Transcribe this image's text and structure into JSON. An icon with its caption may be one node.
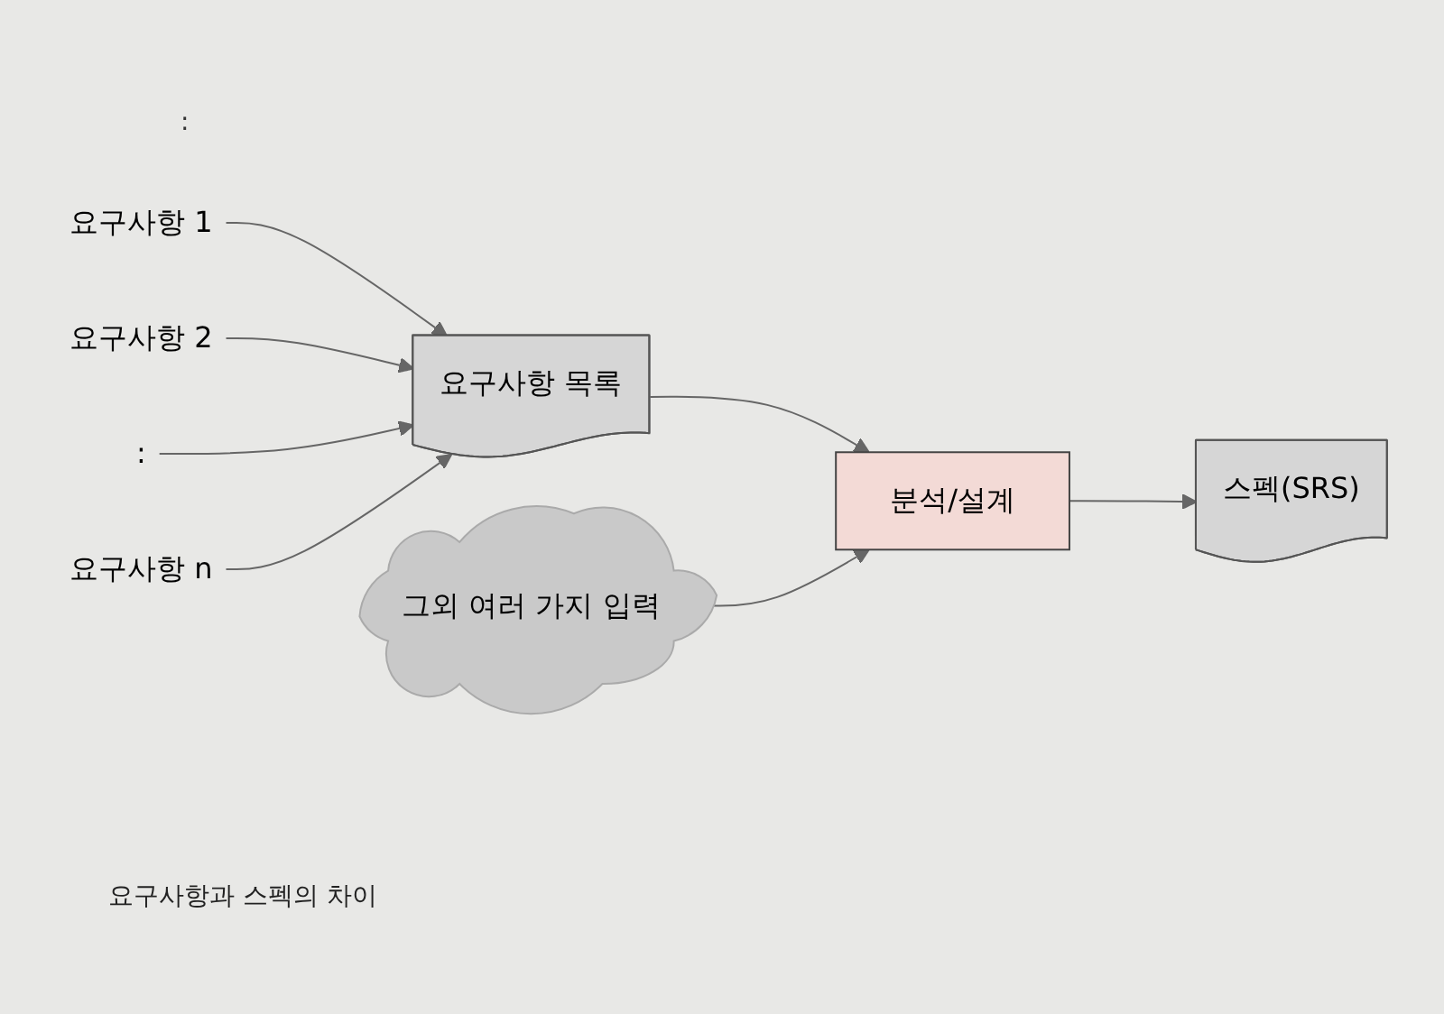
{
  "diagram": {
    "caption": "요구사항과 스펙의 차이",
    "nodes": [
      {
        "text": [
          "요구사항 1"
        ]
      },
      {
        "text": [
          "요구사항 2"
        ]
      },
      {
        "text": [
          ":"
        ]
      },
      {
        "text": [
          "요구사항 n"
        ]
      },
      {
        "text": [
          "요구사항 목록"
        ]
      },
      {
        "text": [
          "분석/설계"
        ]
      },
      {
        "text": [
          "그외 여러 가지 입력"
        ]
      },
      {
        "text": [
          "스펙(SRS)"
        ]
      }
    ],
    "edges": [
      {
        "from": 0,
        "to": 4,
        "arrow": "to"
      },
      {
        "from": 1,
        "to": 4,
        "arrow": "to"
      },
      {
        "from": 2,
        "to": 4,
        "arrow": "to"
      },
      {
        "from": 3,
        "to": 4,
        "arrow": "to"
      },
      {
        "from": 4,
        "to": 5,
        "arrow": "to"
      },
      {
        "from": 6,
        "to": 5,
        "arrow": "to"
      },
      {
        "from": 5,
        "to": 7,
        "arrow": "to"
      }
    ],
    "labels": [
      ":"
    ]
  }
}
